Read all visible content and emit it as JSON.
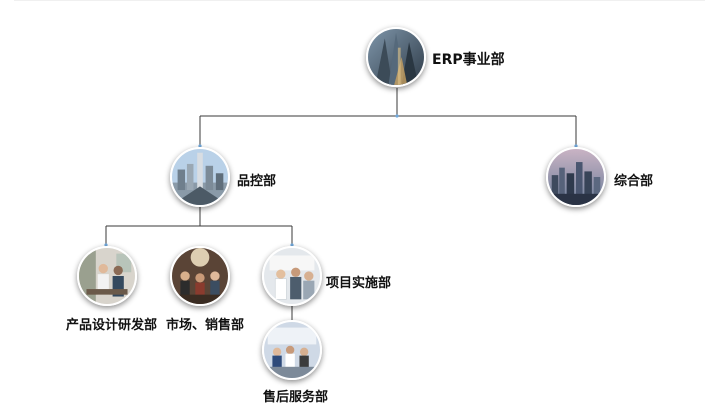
{
  "nodes": {
    "erp": {
      "label": "ERP事业部"
    },
    "quality": {
      "label": "品控部"
    },
    "general": {
      "label": "综合部"
    },
    "product": {
      "label": "产品设计研发部"
    },
    "sales": {
      "label": "市场、销售部"
    },
    "project": {
      "label": "项目实施部"
    },
    "service": {
      "label": "售后服务部"
    }
  },
  "colors": {
    "line": "#3a3a3a",
    "joint": "#6fa8dc"
  }
}
